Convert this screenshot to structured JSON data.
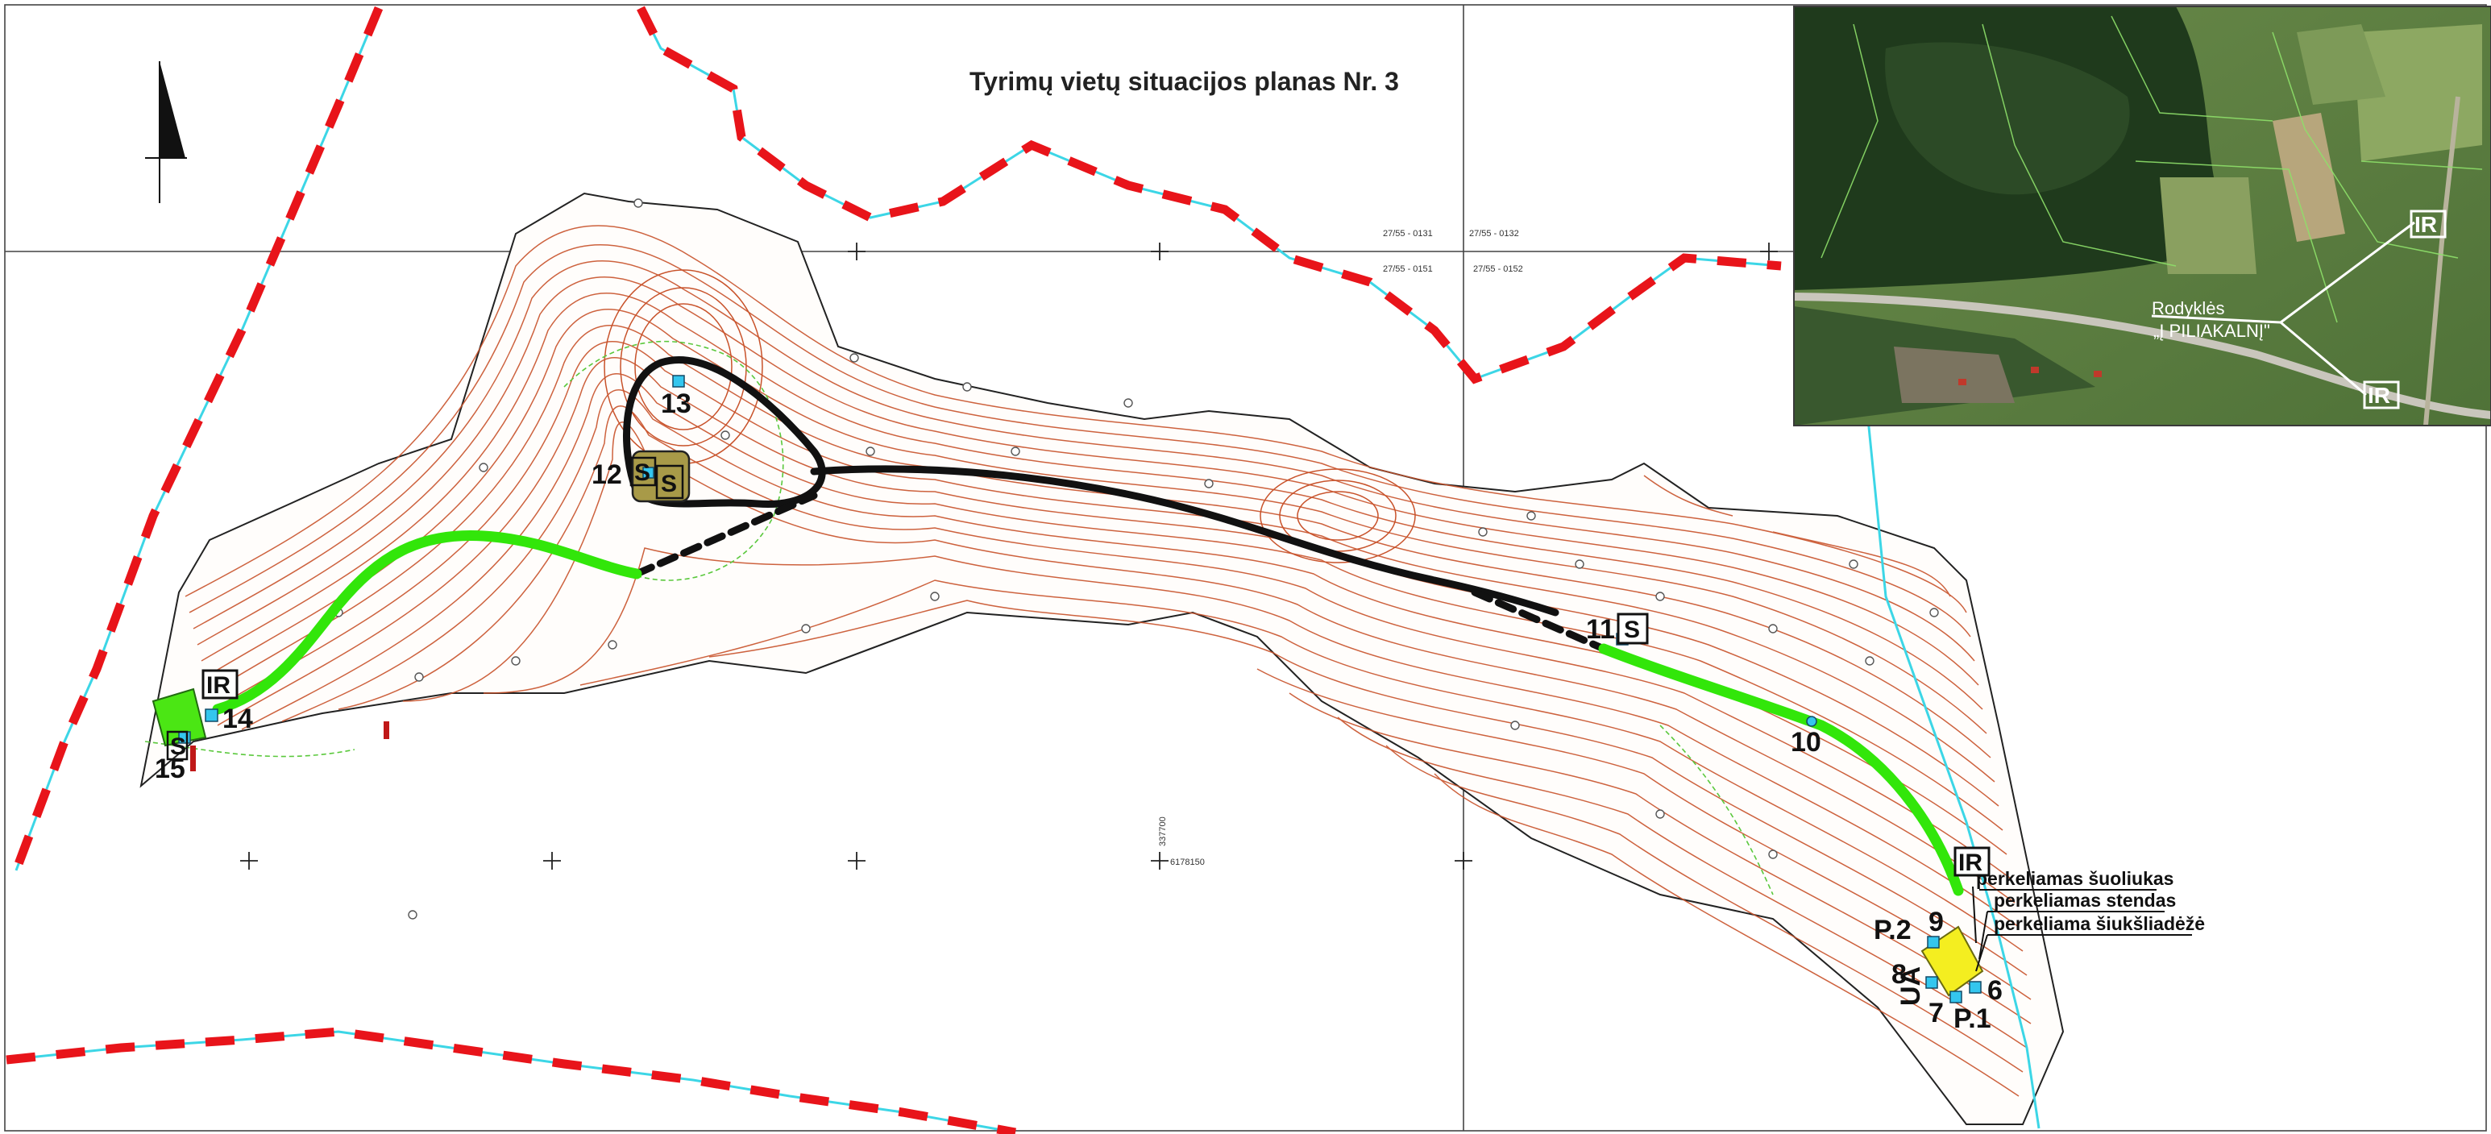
{
  "title": "Tyrimų vietų situacijos planas Nr. 3",
  "sheet_labels": [
    "27/55 - 0131",
    "27/55 - 0132",
    "27/55 - 0151",
    "27/55 - 0152"
  ],
  "grid_labels": {
    "x": "337700",
    "y": "6178150"
  },
  "colors": {
    "contour": "#c8522a",
    "green_path": "#32e60a",
    "black_path": "#111111",
    "boundary_red": "#e8141a",
    "boundary_cyan": "#3cd6e6",
    "marker_cyan": "#34c6ee",
    "zone_yellow": "#f4ee20",
    "zone_green": "#4be614",
    "zone_olive": "#a89a48"
  },
  "points": {
    "p6": "6",
    "p7": "7",
    "p8": "8",
    "p9": "9",
    "p10": "10",
    "p11": "11",
    "p12": "12",
    "p13": "13",
    "p14": "14",
    "p15": "15",
    "pp1": "P.1",
    "pp2": "P.2",
    "ua": "UA"
  },
  "tags": {
    "ir": "IR",
    "s": "S"
  },
  "notes": [
    "perkeliamas šuoliukas",
    "perkeliamas stendas",
    "perkeliama šiukšliadėžė"
  ],
  "inset": {
    "label_line1": "Rodyklės",
    "label_line2": "„Į PILIAKALNĮ\"",
    "tag_top": "IR",
    "tag_bottom": "IR"
  }
}
